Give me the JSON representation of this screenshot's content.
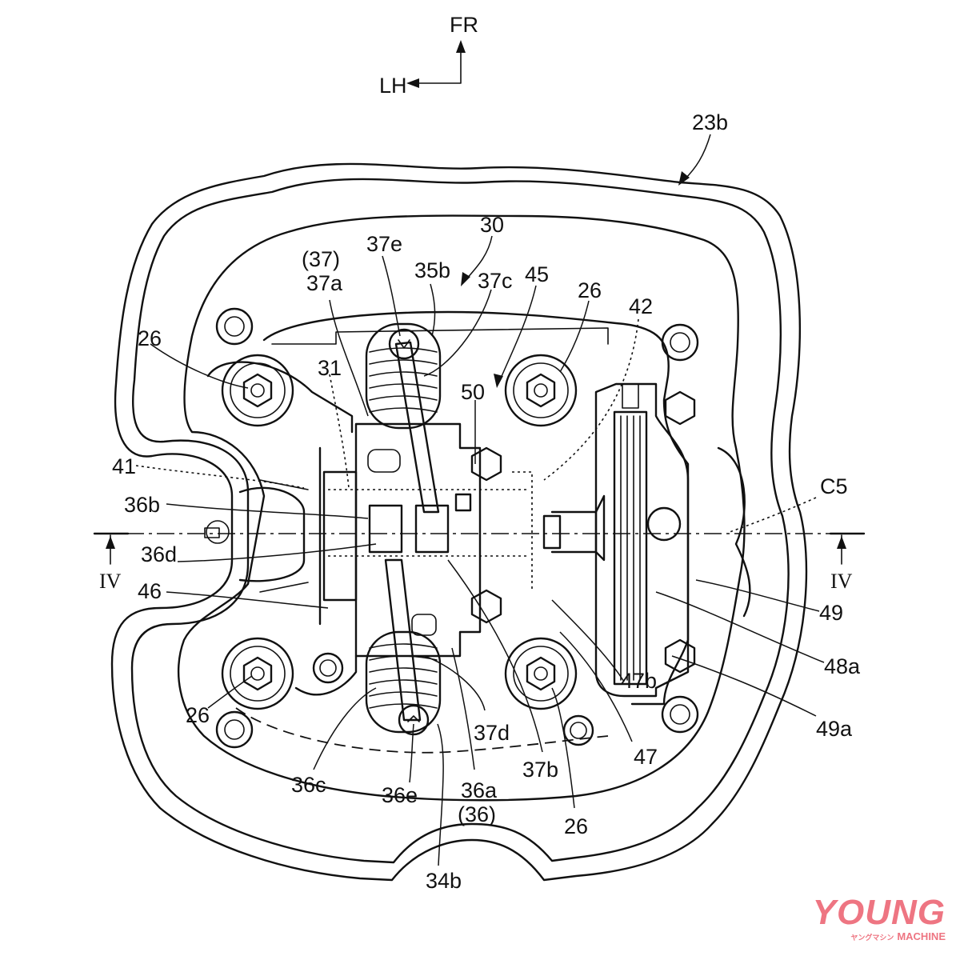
{
  "orientation": {
    "forward_label": "FR",
    "left_label": "LH"
  },
  "section_marks": {
    "left": "IV",
    "right": "IV"
  },
  "labels": {
    "l23b": "23b",
    "l30": "30",
    "l37paren": "(37)",
    "l37a": "37a",
    "l37e": "37e",
    "l35b": "35b",
    "l37c": "37c",
    "l45": "45",
    "l26_top_right": "26",
    "l42": "42",
    "l26_top_left": "26",
    "l31": "31",
    "l50": "50",
    "l41": "41",
    "l36b": "36b",
    "l36d": "36d",
    "l46": "46",
    "lC5": "C5",
    "l49": "49",
    "l48a": "48a",
    "l49a": "49a",
    "l47b": "47b",
    "l47": "47",
    "l26_bottom_left": "26",
    "l36c": "36c",
    "l36e": "36e",
    "l36a": "36a",
    "l36paren": "(36)",
    "l37d": "37d",
    "l37b": "37b",
    "l26_bottom_right": "26",
    "l34b": "34b"
  },
  "watermark": {
    "brand": "YOUNG",
    "sub_kana": "ヤングマシン",
    "sub": "MACHINE",
    "color": "#ee7582"
  }
}
